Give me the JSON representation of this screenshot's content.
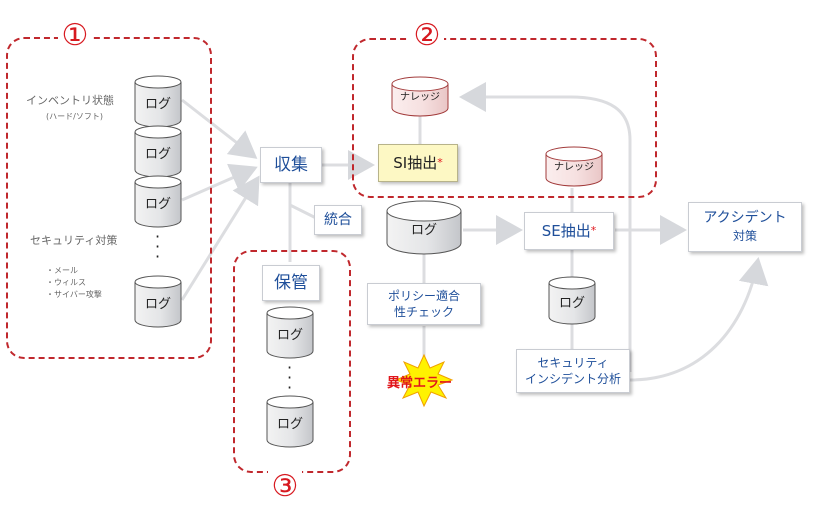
{
  "regions": {
    "r1_label": "①",
    "r2_label": "②",
    "r3_label": "③"
  },
  "left_labels": {
    "inventory": "インベントリ状態",
    "inventory_sub": "(ハード/ソフト)",
    "security": "セキュリティ対策",
    "security_items": [
      "・メール",
      "・ウィルス",
      "・サイバー攻撃"
    ]
  },
  "log_label": "ログ",
  "knowledge_label": "ナレッジ",
  "boxes": {
    "collect": "収集",
    "integrate": "統合",
    "store": "保管",
    "si_extract": "SI抽出",
    "se_extract": "SE抽出",
    "policy_line1": "ポリシー適合",
    "policy_line2": "性チェック",
    "incident_line1": "セキュリティ",
    "incident_line2": "インシデント分析",
    "accident_line1": "アクシデント",
    "accident_line2": "対策",
    "star": "*"
  },
  "error_label": "異常エラー",
  "colors": {
    "region_border": "#c0282d",
    "number_red": "#d71920",
    "box_blue_text": "#1f4f9a",
    "yellow_fill": "#fdf8c4",
    "knowledge_fill": "#f6dede",
    "knowledge_stroke": "#a23b3b"
  }
}
